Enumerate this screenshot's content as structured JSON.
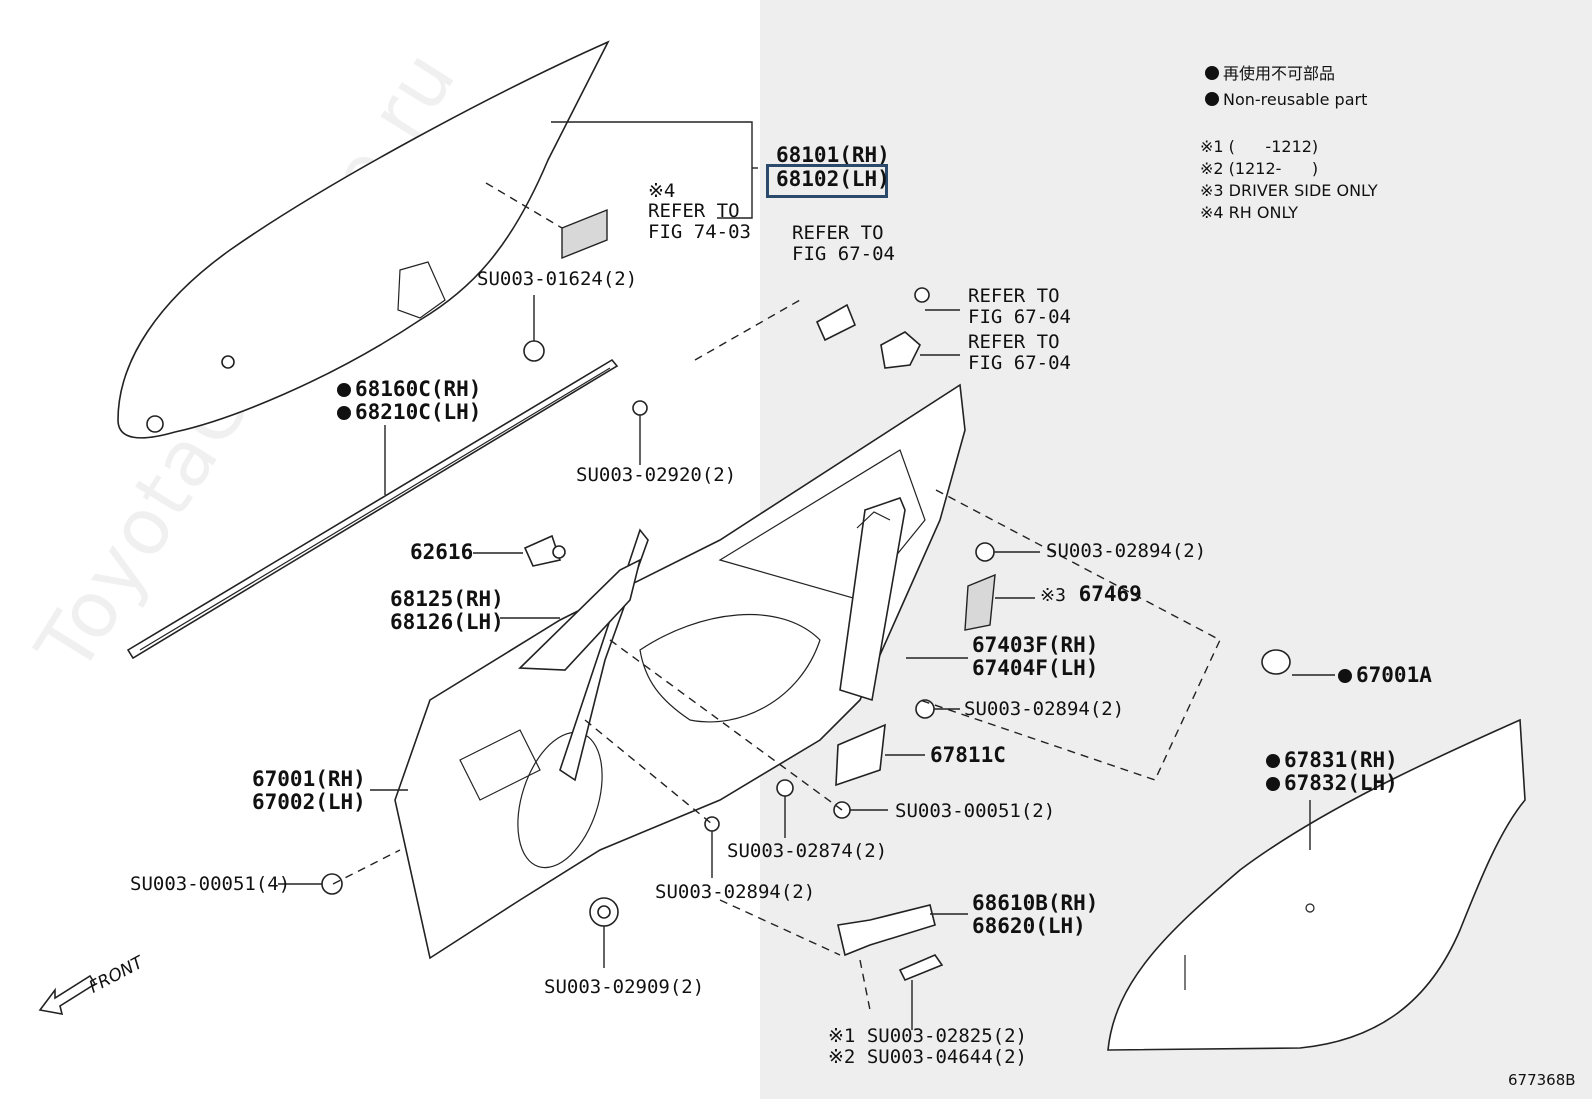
{
  "legend": {
    "line1": "再使用不可部品",
    "line2": "Non-reusable part",
    "note1": "※1 (      -1212)",
    "note2": "※2 (1212-      )",
    "note3": "※3 DRIVER SIDE ONLY",
    "note4": "※4 RH ONLY"
  },
  "labels": {
    "l68101": "68101(RH)",
    "l68102": "68102(LH)",
    "refer7403_a": "※4",
    "refer7403_b": "REFER TO",
    "refer7403_c": "FIG 74-03",
    "refer6704a_a": "REFER TO",
    "refer6704a_b": "FIG 67-04",
    "refer6704b_a": "REFER TO",
    "refer6704b_b": "FIG 67-04",
    "refer6704c_a": "REFER TO",
    "refer6704c_b": "FIG 67-04",
    "su01624": "SU003-01624(2)",
    "l68160c": "68160C(RH)",
    "l68210c": "68210C(LH)",
    "su02920": "SU003-02920(2)",
    "l62616": "62616",
    "l68125": "68125(RH)",
    "l68126": "68126(LH)",
    "su02894a": "SU003-02894(2)",
    "l67469_pre": "※3",
    "l67469": "67469",
    "l67403f": "67403F(RH)",
    "l67404f": "67404F(LH)",
    "l67001a": "67001A",
    "su02894b": "SU003-02894(2)",
    "l67811c": "67811C",
    "l67001": "67001(RH)",
    "l67002": "67002(LH)",
    "su00051b": "SU003-00051(2)",
    "l67831": "67831(RH)",
    "l67832": "67832(LH)",
    "su02874": "SU003-02874(2)",
    "su00051a": "SU003-00051(4)",
    "su02894c": "SU003-02894(2)",
    "l68610b": "68610B(RH)",
    "l68620": "68620(LH)",
    "su02909": "SU003-02909(2)",
    "su02825_pre": "※1",
    "su02825": "SU003-02825(2)",
    "su04644_pre": "※2",
    "su04644": "SU003-04644(2)",
    "front": "FRONT",
    "figno": "677368B"
  },
  "watermark": "ToyotaCarMine.ru"
}
